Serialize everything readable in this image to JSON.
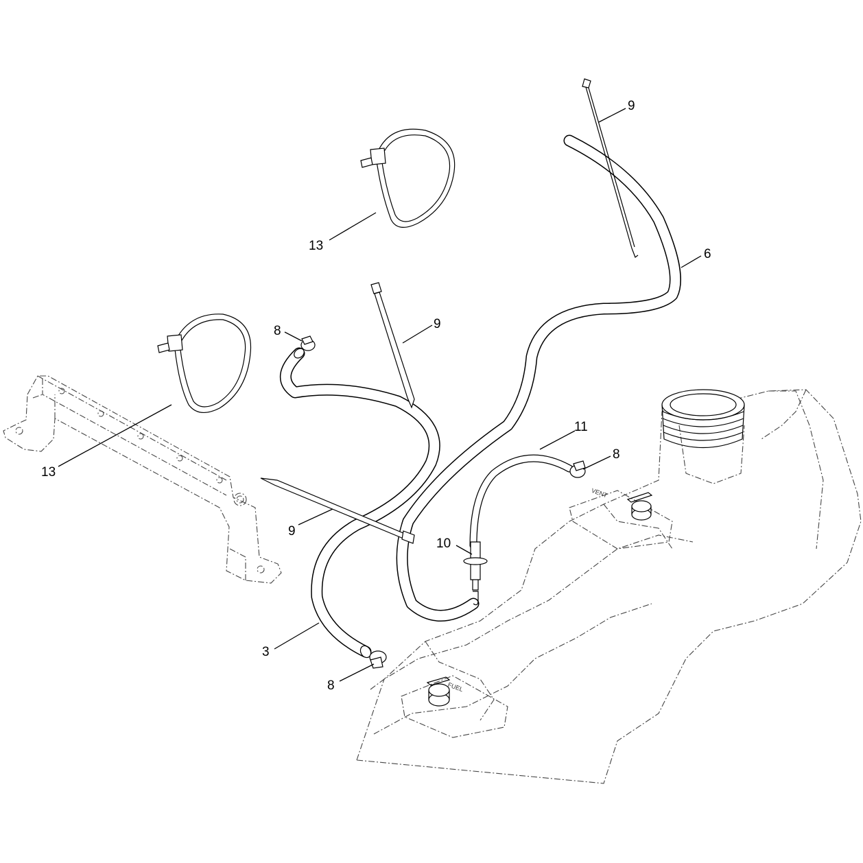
{
  "callouts": [
    {
      "id": "c-9-top",
      "label": "9"
    },
    {
      "id": "c-13-top",
      "label": "13"
    },
    {
      "id": "c-6",
      "label": "6"
    },
    {
      "id": "c-8-upper-left",
      "label": "8"
    },
    {
      "id": "c-9-middle",
      "label": "9"
    },
    {
      "id": "c-11",
      "label": "11"
    },
    {
      "id": "c-8-right",
      "label": "8"
    },
    {
      "id": "c-13-left",
      "label": "13"
    },
    {
      "id": "c-9-lower",
      "label": "9"
    },
    {
      "id": "c-10",
      "label": "10"
    },
    {
      "id": "c-3",
      "label": "3"
    },
    {
      "id": "c-8-bottom",
      "label": "8"
    }
  ],
  "tank_labels": {
    "vent_label": "VENT",
    "fuel_label": "FUEL"
  }
}
